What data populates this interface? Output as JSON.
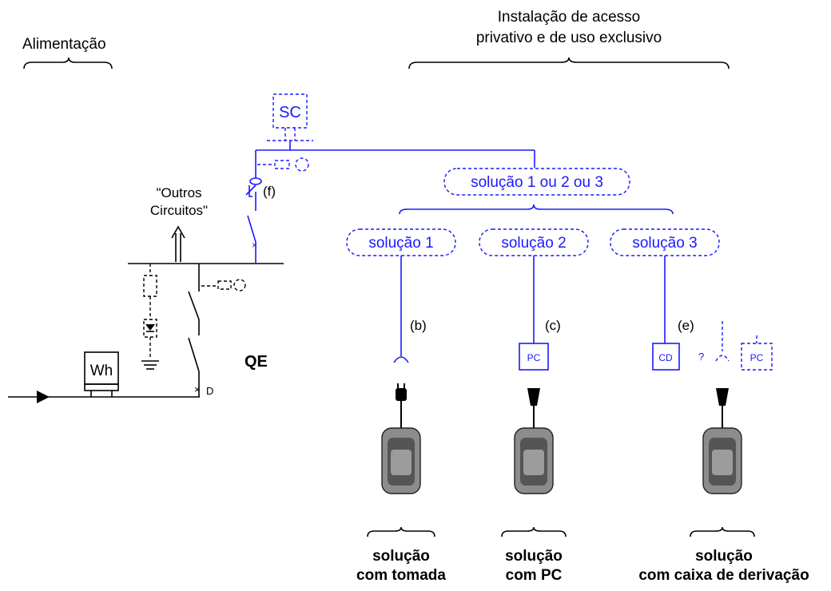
{
  "labels": {
    "alimentacao": "Alimentação",
    "instalacao_line1": "Instalação de acesso",
    "instalacao_line2": "privativo e de uso exclusivo",
    "outros_line1": "\"Outros",
    "outros_line2": "Circuitos\"",
    "sc": "SC",
    "f": "(f)",
    "qe": "QE",
    "wh": "Wh",
    "d": "D",
    "solucao_123": "solução 1 ou 2 ou 3",
    "solucao_1": "solução 1",
    "solucao_2": "solução 2",
    "solucao_3": "solução 3",
    "b": "(b)",
    "c": "(c)",
    "e": "(e)",
    "pc": "PC",
    "cd": "CD",
    "question": "?",
    "pc_dashed": "PC"
  },
  "captions": {
    "tomada_line1": "solução",
    "tomada_line2": "com tomada",
    "pc_line1": "solução",
    "pc_line2": "com PC",
    "caixa_line1": "solução",
    "caixa_line2": "com caixa de derivação"
  },
  "colors": {
    "accent": "#1a1aff",
    "ink": "#000000",
    "car_body": "#8c8c8c"
  }
}
